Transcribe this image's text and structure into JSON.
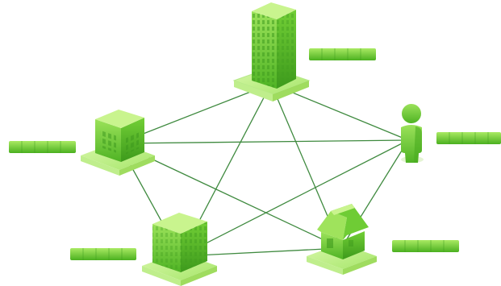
{
  "palette": {
    "edge": "#3f8a3f",
    "light": "#cdf29a",
    "mid": "#8fdc4a",
    "base": "#5cc12b",
    "dark": "#3d9a1c",
    "shadow": "#e9f6dd"
  },
  "nodes": [
    {
      "id": "office-tower",
      "icon": "tower-building-icon"
    },
    {
      "id": "person",
      "icon": "person-icon"
    },
    {
      "id": "small-office",
      "icon": "small-office-building-icon"
    },
    {
      "id": "office-block",
      "icon": "office-block-icon"
    },
    {
      "id": "house",
      "icon": "house-icon"
    }
  ],
  "connections": [
    [
      "office-tower",
      "small-office"
    ],
    [
      "office-tower",
      "person"
    ],
    [
      "office-tower",
      "office-block"
    ],
    [
      "office-tower",
      "house"
    ],
    [
      "small-office",
      "person"
    ],
    [
      "small-office",
      "office-block"
    ],
    [
      "small-office",
      "house"
    ],
    [
      "person",
      "office-block"
    ],
    [
      "person",
      "house"
    ],
    [
      "office-block",
      "house"
    ]
  ]
}
